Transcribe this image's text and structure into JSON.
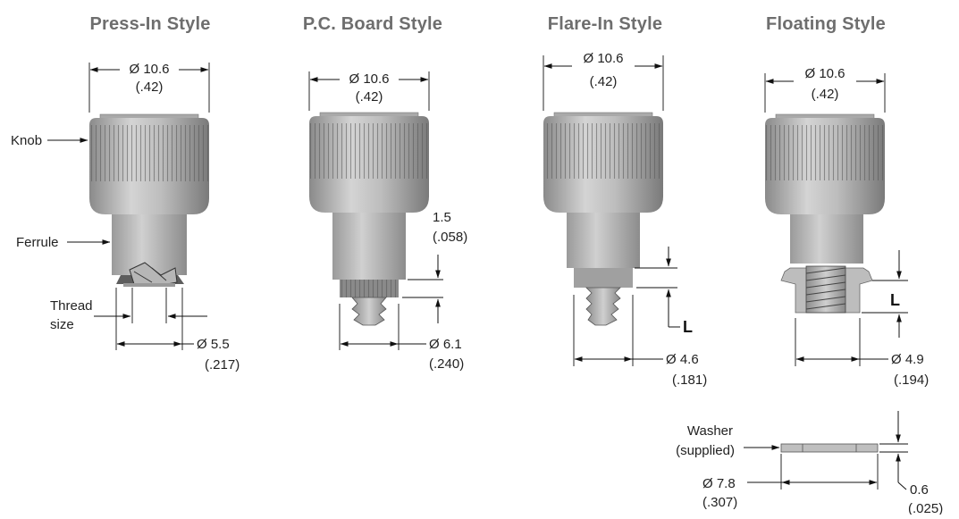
{
  "styles": [
    {
      "title": "Press-In Style",
      "top_dia": "Ø 10.6",
      "top_dia_in": "(.42)",
      "bottom_dia": "Ø 5.5",
      "bottom_dia_in": "(.217)"
    },
    {
      "title": "P.C. Board Style",
      "top_dia": "Ø 10.6",
      "top_dia_in": "(.42)",
      "height": "1.5",
      "height_in": "(.058)",
      "bottom_dia": "Ø 6.1",
      "bottom_dia_in": "(.240)"
    },
    {
      "title": "Flare-In Style",
      "top_dia": "Ø 10.6",
      "top_dia_in": "(.42)",
      "length_label": "L",
      "bottom_dia": "Ø 4.6",
      "bottom_dia_in": "(.181)"
    },
    {
      "title": "Floating Style",
      "top_dia": "Ø 10.6",
      "top_dia_in": "(.42)",
      "length_label": "L",
      "bottom_dia": "Ø 4.9",
      "bottom_dia_in": "(.194)"
    }
  ],
  "callouts": {
    "knob": "Knob",
    "ferrule": "Ferrule",
    "thread_line1": "Thread",
    "thread_line2": "size"
  },
  "washer": {
    "label_line1": "Washer",
    "label_line2": "(supplied)",
    "dia": "Ø 7.8",
    "dia_in": "(.307)",
    "thickness": "0.6",
    "thickness_in": "(.025)"
  }
}
